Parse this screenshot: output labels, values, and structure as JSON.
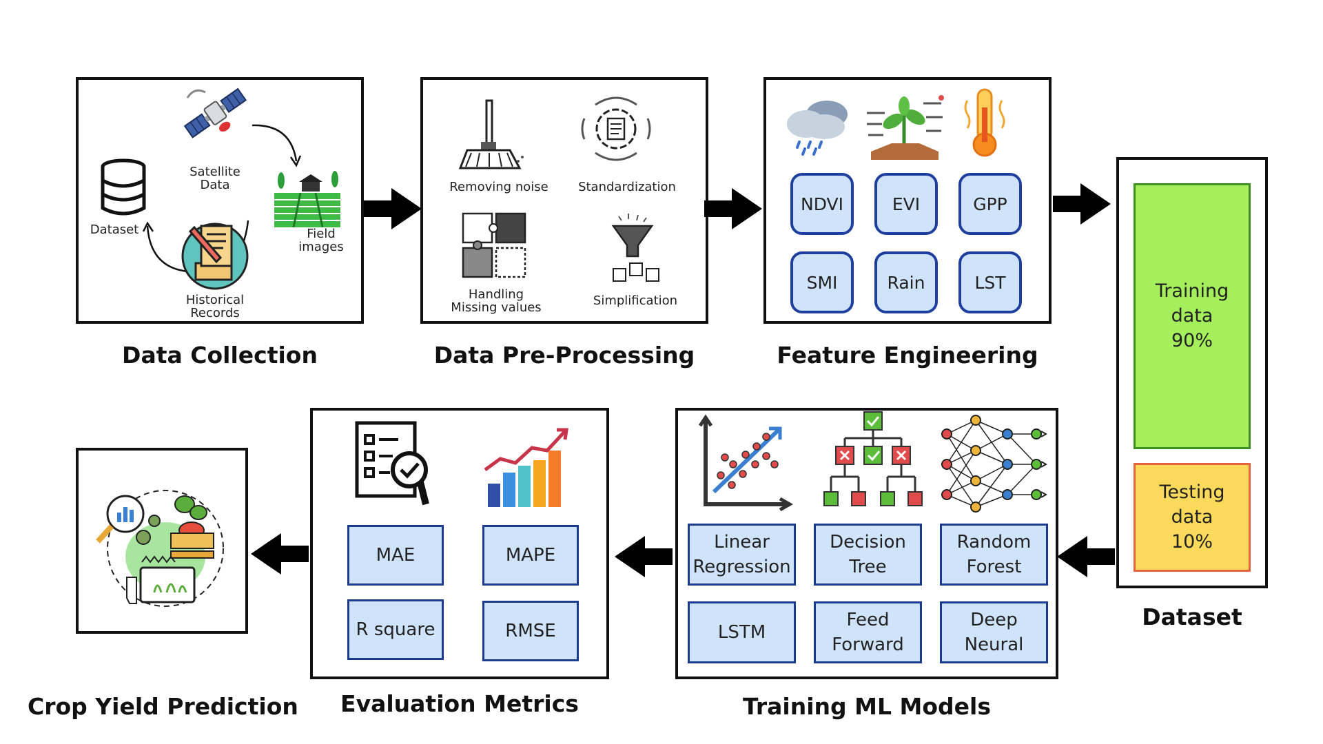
{
  "data_collection": {
    "title": "Data Collection",
    "satellite": "Satellite\nData",
    "field": "Field\nimages",
    "dataset": "Dataset",
    "historical": "Historical\nRecords"
  },
  "preprocessing": {
    "title": "Data Pre-Processing",
    "noise": "Removing noise",
    "standardization": "Standardization",
    "missing": "Handling\nMissing values",
    "simplification": "Simplification"
  },
  "feature_engineering": {
    "title": "Feature Engineering",
    "features": [
      "NDVI",
      "EVI",
      "GPP",
      "SMI",
      "Rain",
      "LST"
    ]
  },
  "dataset": {
    "title": "Dataset",
    "training": "Training\ndata\n90%",
    "testing": "Testing\ndata\n10%"
  },
  "training_models": {
    "title": "Training ML Models",
    "models": [
      "Linear\nRegression",
      "Decision\nTree",
      "Random\nForest",
      "LSTM",
      "Feed\nForward",
      "Deep\nNeural"
    ]
  },
  "evaluation": {
    "title": "Evaluation Metrics",
    "metrics": [
      "MAE",
      "MAPE",
      "R square",
      "RMSE"
    ]
  },
  "prediction": {
    "title": "Crop Yield Prediction"
  },
  "colors": {
    "training_fill": "#a6ef5c",
    "training_border": "#3a8f1e",
    "testing_fill": "#fbd95a",
    "testing_border": "#e4623c",
    "box_fill": "#cfe3fb",
    "box_border": "#1e3f9e"
  }
}
